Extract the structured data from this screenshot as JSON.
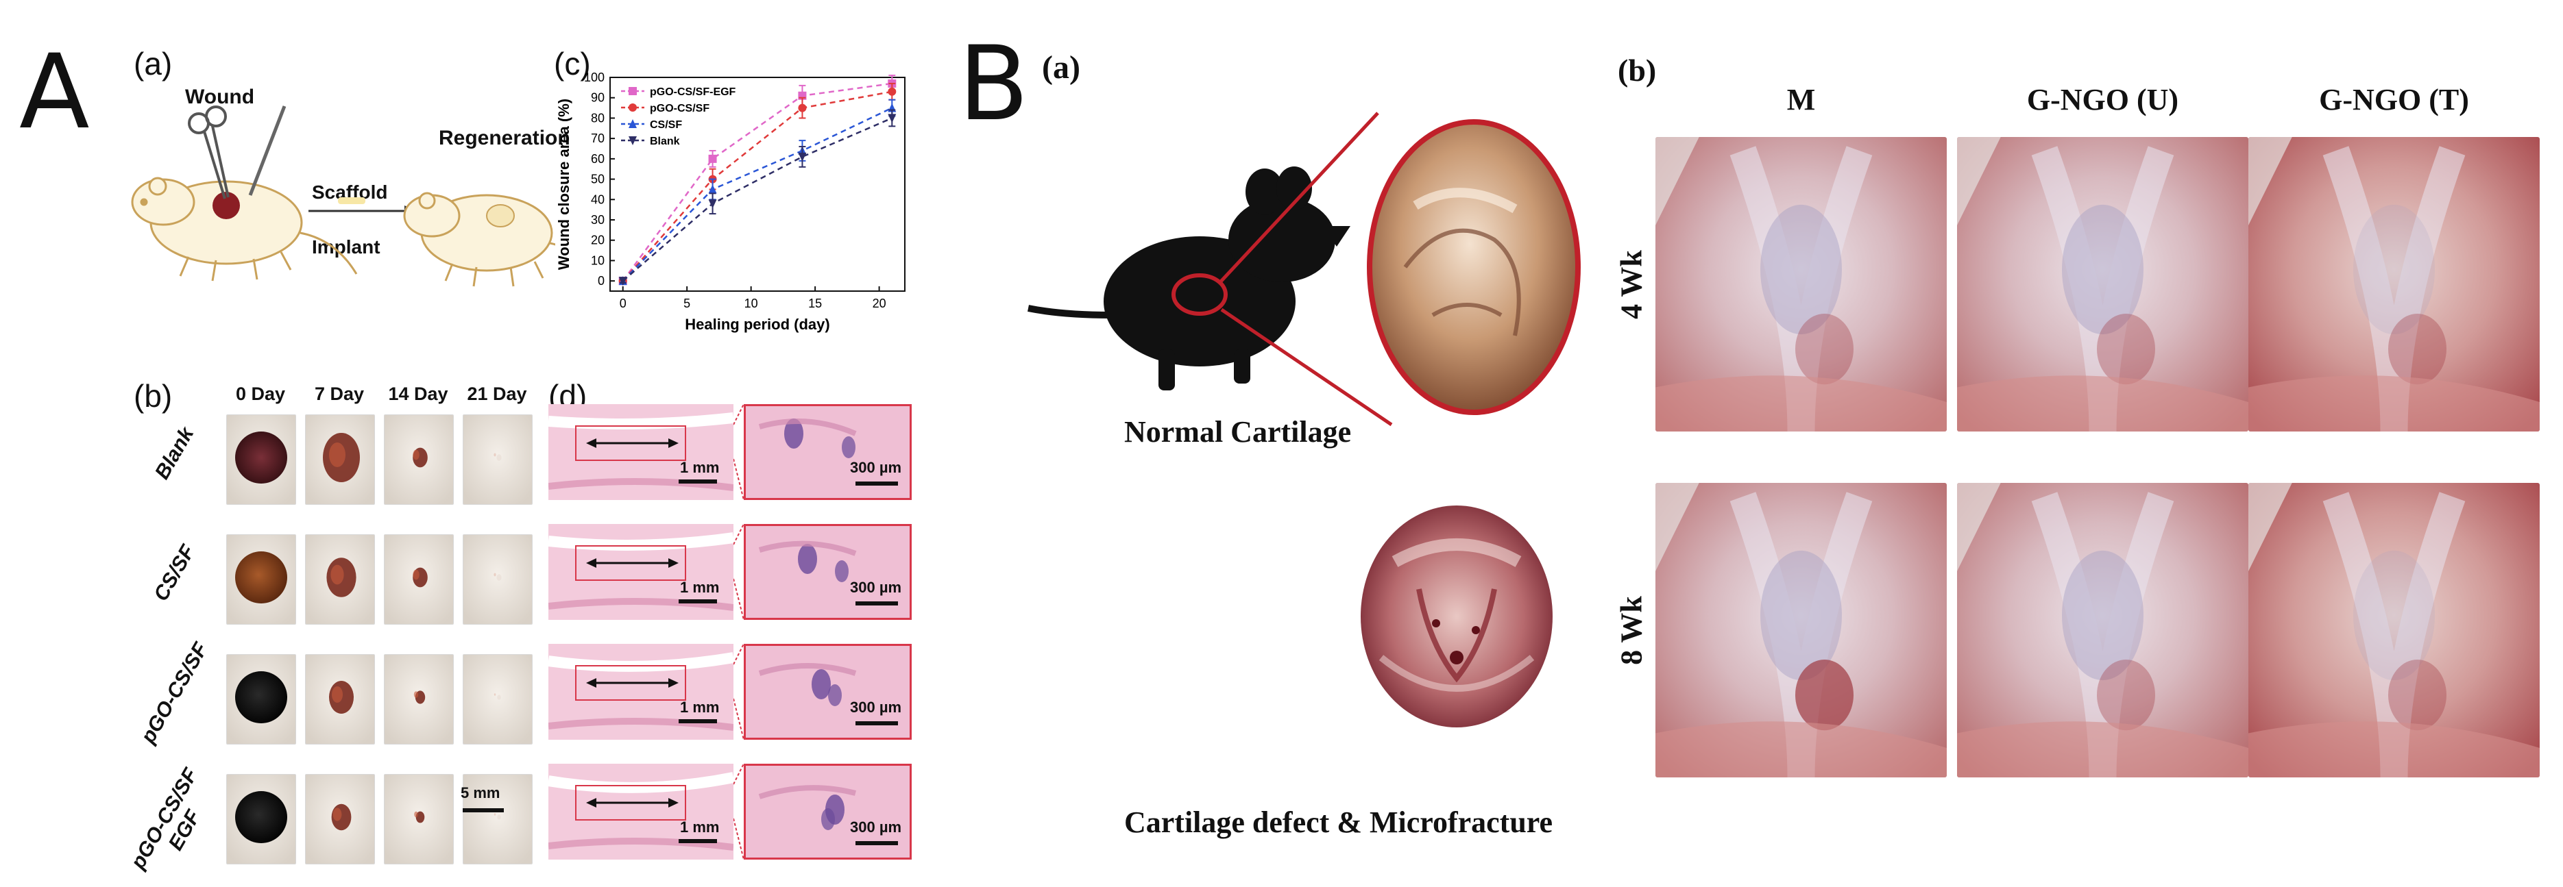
{
  "panelA": {
    "letter": "A",
    "a": {
      "label": "(a)",
      "wound": "Wound",
      "regeneration": "Regeneration",
      "scaffold": "Scaffold",
      "implant": "Implant"
    },
    "b": {
      "label": "(b)",
      "days": [
        "0 Day",
        "7 Day",
        "14 Day",
        "21 Day"
      ],
      "groups": [
        "Blank",
        "CS/SF",
        "pGO-CS/SF",
        "pGO-CS/SF EGF"
      ],
      "group_line1": [
        "Blank",
        "CS/SF",
        "pGO-CS/SF",
        "pGO-CS/SF"
      ],
      "group_line2": [
        "",
        "",
        "",
        "EGF"
      ],
      "scale": "5 mm"
    },
    "c": {
      "label": "(c)"
    },
    "d": {
      "label": "(d)",
      "scale_left": "1 mm",
      "scale_right": "300 µm"
    }
  },
  "chart_data": {
    "type": "line",
    "xlabel": "Healing period (day)",
    "ylabel": "Wound closure area (%)",
    "x": [
      0,
      7,
      14,
      21
    ],
    "xlim": [
      -1,
      22
    ],
    "ylim": [
      -5,
      100
    ],
    "xticks": [
      0,
      5,
      10,
      15,
      20
    ],
    "yticks": [
      0,
      10,
      20,
      30,
      40,
      50,
      60,
      70,
      80,
      90,
      100
    ],
    "legend_position": "top-left",
    "series": [
      {
        "name": "pGO-CS/SF-EGF",
        "values": [
          0,
          60,
          91,
          97
        ],
        "err": [
          1,
          4,
          5,
          4
        ],
        "color": "#e067c8",
        "marker": "square"
      },
      {
        "name": "pGO-CS/SF",
        "values": [
          0,
          50,
          85,
          93
        ],
        "err": [
          1,
          5,
          5,
          4
        ],
        "color": "#e03a3a",
        "marker": "circle"
      },
      {
        "name": "CS/SF",
        "values": [
          0,
          45,
          64,
          85
        ],
        "err": [
          1,
          5,
          5,
          4
        ],
        "color": "#2a56d6",
        "marker": "triangle-up"
      },
      {
        "name": "Blank",
        "values": [
          0,
          38,
          61,
          80
        ],
        "err": [
          1,
          5,
          5,
          4
        ],
        "color": "#2e2e66",
        "marker": "triangle-down"
      }
    ]
  },
  "panelB": {
    "letter": "B",
    "a": {
      "label": "(a)",
      "normal": "Normal Cartilage",
      "defect": "Cartilage defect & Microfracture"
    },
    "b": {
      "label": "(b)",
      "columns": [
        "M",
        "G-NGO (U)",
        "G-NGO (T)"
      ],
      "rows": [
        "4 Wk",
        "8 Wk"
      ]
    }
  }
}
